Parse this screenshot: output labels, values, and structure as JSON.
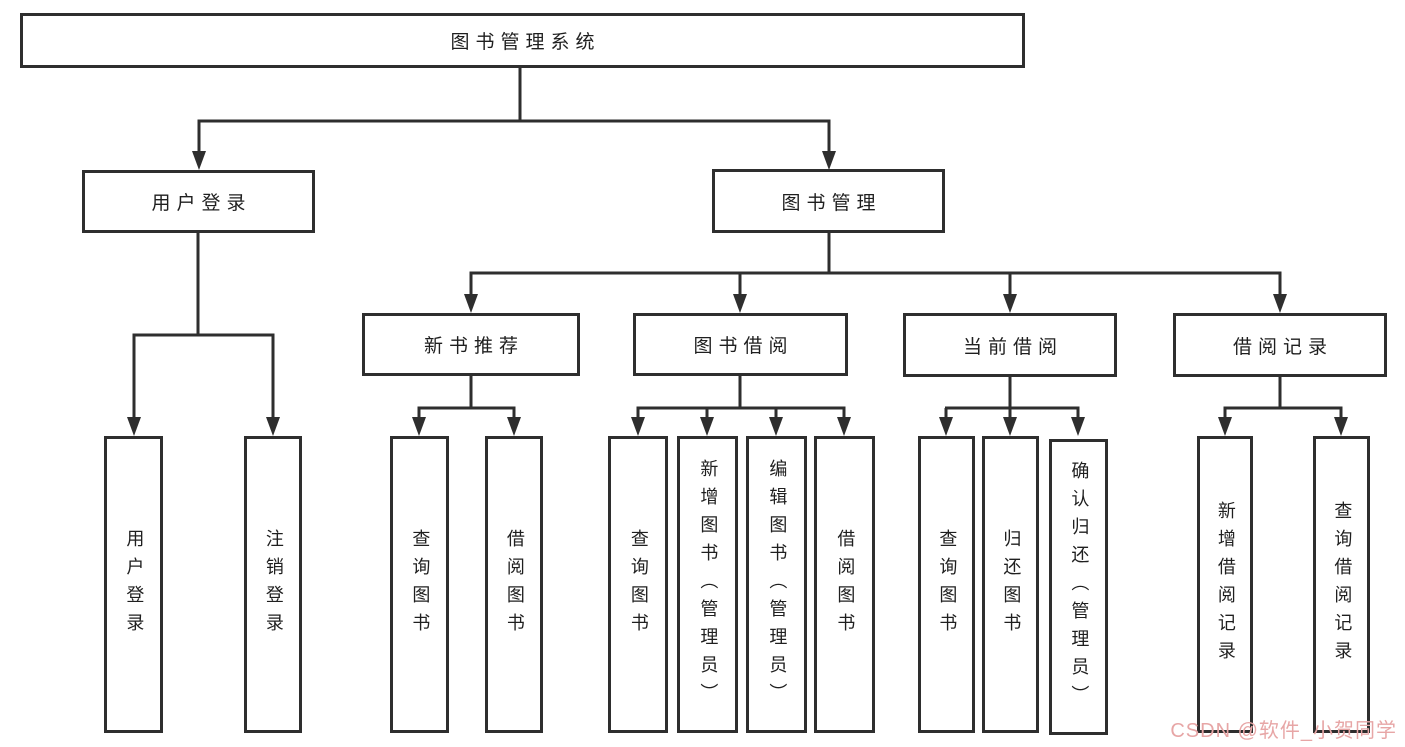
{
  "tree": {
    "root": {
      "label": "图书管理系统"
    },
    "branches": [
      {
        "label": "用户登录",
        "children": [
          {
            "label": "用户登录"
          },
          {
            "label": "注销登录"
          }
        ]
      },
      {
        "label": "图书管理",
        "children": [
          {
            "label": "新书推荐",
            "children": [
              {
                "label": "查询图书"
              },
              {
                "label": "借阅图书"
              }
            ]
          },
          {
            "label": "图书借阅",
            "children": [
              {
                "label": "查询图书"
              },
              {
                "label": "新增图书（管理员）"
              },
              {
                "label": "编辑图书（管理员）"
              },
              {
                "label": "借阅图书"
              }
            ]
          },
          {
            "label": "当前借阅",
            "children": [
              {
                "label": "查询图书"
              },
              {
                "label": "归还图书"
              },
              {
                "label": "确认归还（管理员）"
              }
            ]
          },
          {
            "label": "借阅记录",
            "children": [
              {
                "label": "新增借阅记录"
              },
              {
                "label": "查询借阅记录"
              }
            ]
          }
        ]
      }
    ]
  },
  "watermark": {
    "text": "CSDN @软件_小贺同学"
  },
  "colors": {
    "line": "#2e2e2e",
    "text": "#1f1f1f",
    "box_background": "#ffffff",
    "watermark": "#e7a6a6"
  }
}
